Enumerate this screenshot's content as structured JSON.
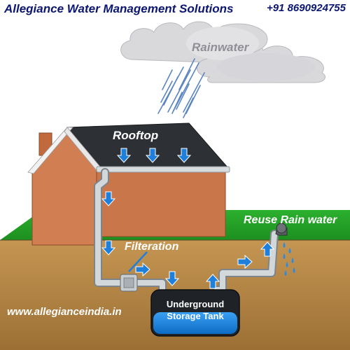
{
  "header": {
    "company_name": "Allegiance Water Management Solutions",
    "phone": "+91 8690924755"
  },
  "labels": {
    "rainwater": "Rainwater",
    "rooftop": "Rooftop",
    "reuse": "Reuse Rain water",
    "filteration": "Filteration",
    "tank_line1": "Underground",
    "tank_line2": "Storage Tank"
  },
  "footer": {
    "website": "www.allegianceindia.in"
  },
  "colors": {
    "sky": "#ffffff",
    "grass": "#27a229",
    "soil": "#b88a49",
    "house": "#cd7b4f",
    "roof": "#2f3338",
    "pipe": "#bfc5c9",
    "tank": "#1e2227",
    "water": "#1a87e0",
    "arrow": "#1f7fdb",
    "cloud": "#dcdcdf",
    "rain": "#5584c4",
    "brand_text": "#0b1670"
  },
  "icons": [
    "cloud-icon",
    "rain-streaks-icon",
    "flow-arrow-icon",
    "filter-icon",
    "tap-icon",
    "water-drop-icon"
  ]
}
